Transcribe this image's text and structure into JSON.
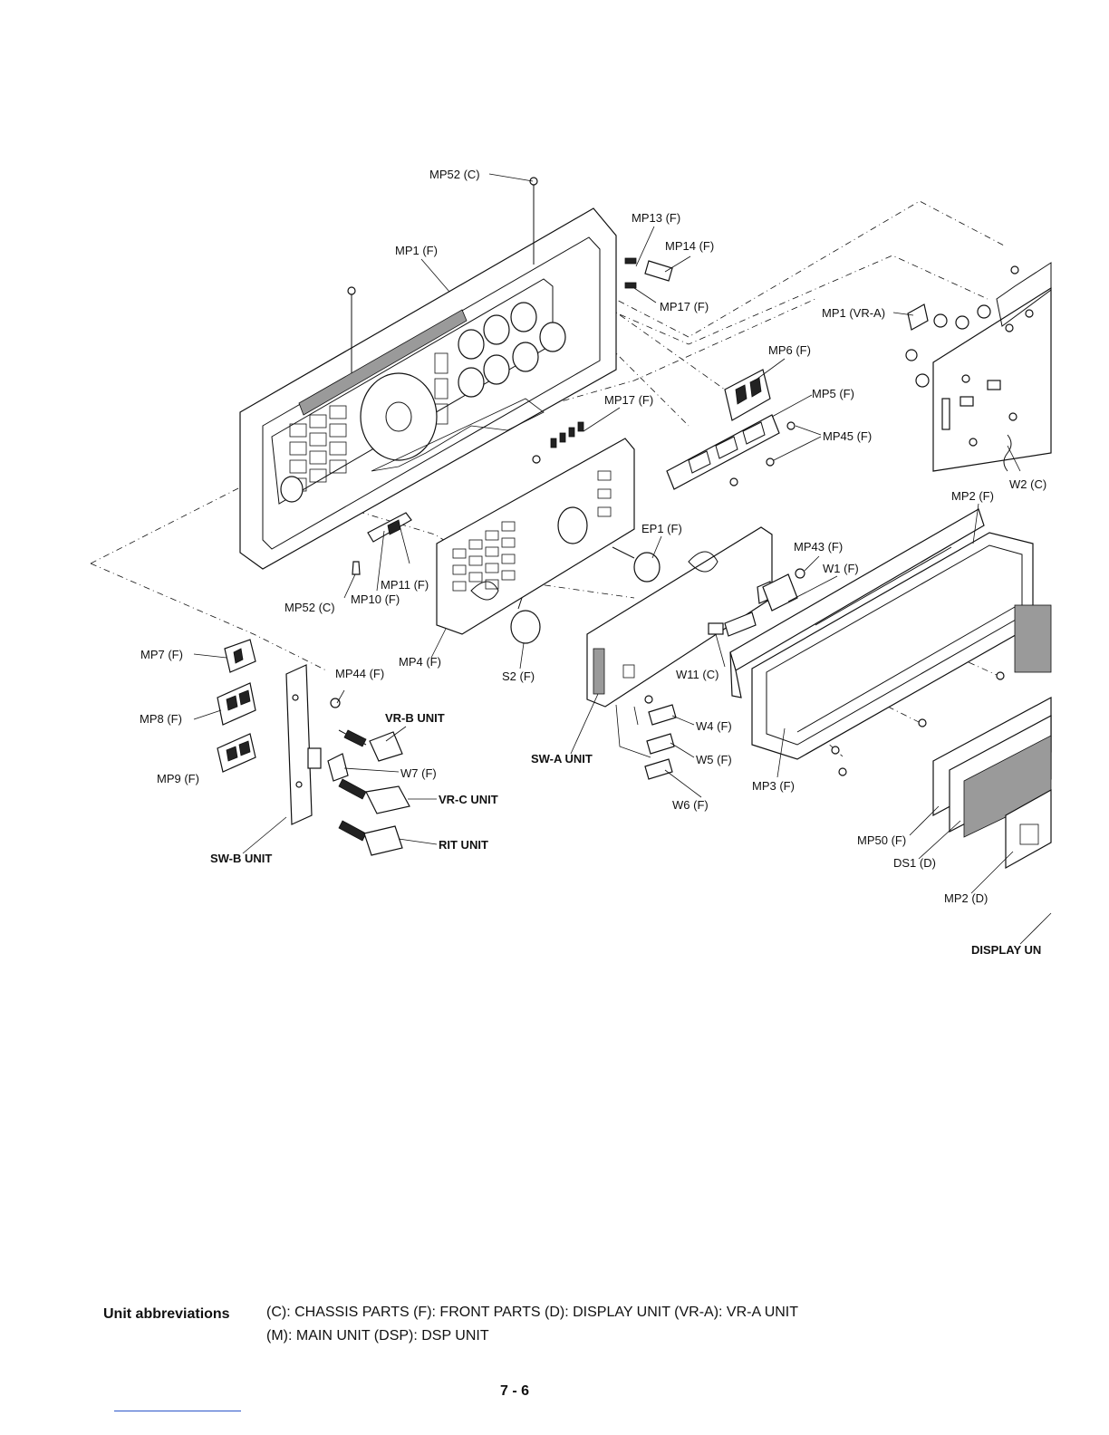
{
  "labels": {
    "mp52_top": "MP52 (C)",
    "mp1_f": "MP1 (F)",
    "mp13": "MP13 (F)",
    "mp14": "MP14 (F)",
    "mp17_top": "MP17 (F)",
    "mp1_vra": "MP1 (VR-A)",
    "mp6": "MP6 (F)",
    "mp5": "MP5 (F)",
    "mp45": "MP45 (F)",
    "w2": "W2 (C)",
    "mp2_f": "MP2 (F)",
    "mp17_mid": "MP17 (F)",
    "ep1": "EP1 (F)",
    "mp43": "MP43 (F)",
    "w1": "W1 (F)",
    "mp11": "MP11 (F)",
    "mp52_bottom": "MP52 (C)",
    "mp10": "MP10 (F)",
    "mp7": "MP7 (F)",
    "mp44": "MP44 (F)",
    "mp4": "MP4 (F)",
    "s2": "S2 (F)",
    "w11": "W11 (C)",
    "mp8": "MP8 (F)",
    "vrb_unit": "VR-B UNIT",
    "w4": "W4 (F)",
    "sw_a_unit": "SW-A UNIT",
    "w5": "W5 (F)",
    "mp9": "MP9 (F)",
    "w7": "W7 (F)",
    "mp3": "MP3 (F)",
    "vrc_unit": "VR-C UNIT",
    "w6": "W6 (F)",
    "rit_unit": "RIT UNIT",
    "sw_b_unit": "SW-B UNIT",
    "mp50": "MP50 (F)",
    "ds1": "DS1 (D)",
    "mp2_d": "MP2 (D)",
    "display_unit": "DISPLAY UN"
  },
  "legend": {
    "title": "Unit abbreviations",
    "line1": "(C): CHASSIS  PARTS   (F): FRONT PARTS   (D): DISPLAY UNIT   (VR-A): VR-A UNIT",
    "line2": "(M): MAIN UNIT   (DSP): DSP UNIT"
  },
  "page_number": "7 - 6"
}
